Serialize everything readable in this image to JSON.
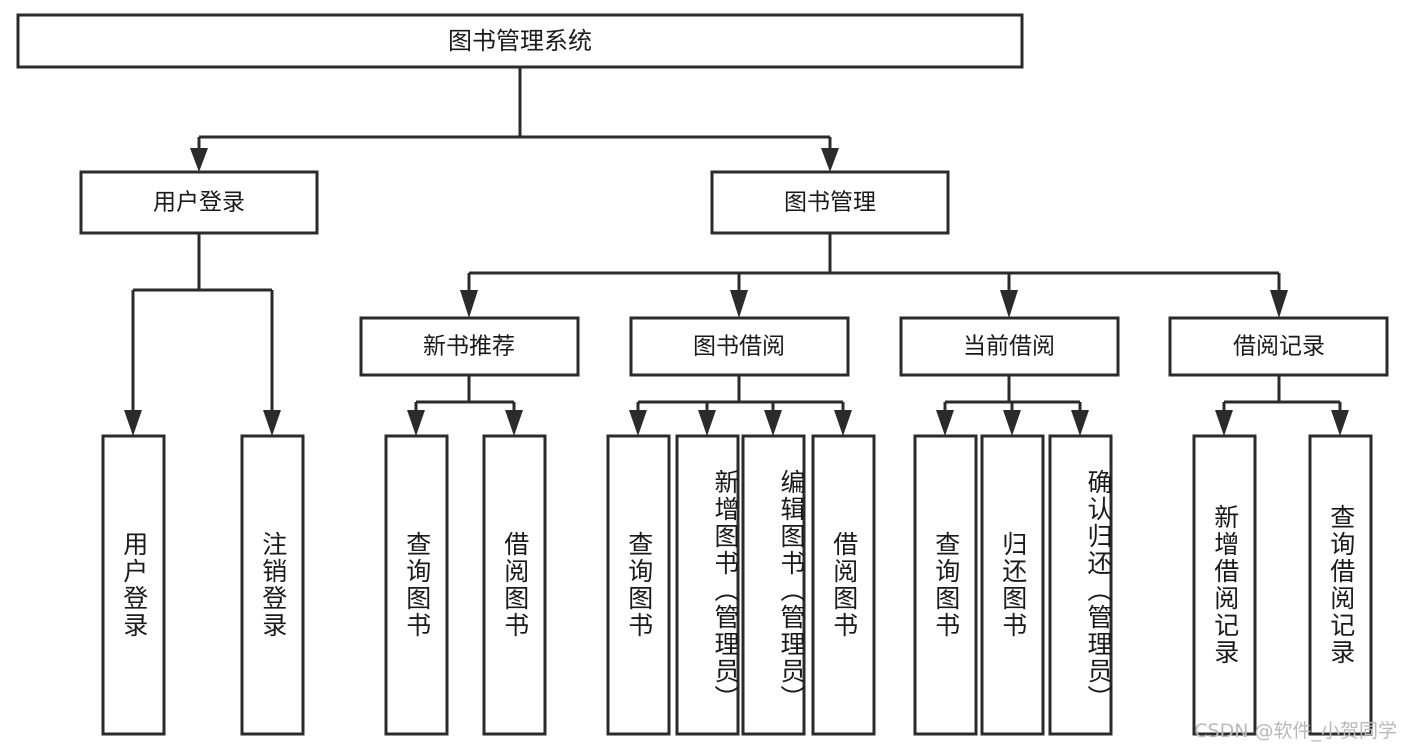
{
  "diagram": {
    "title": "图书管理系统",
    "type": "tree",
    "watermark": "CSDN @软件_小贺同学",
    "colors": {
      "stroke": "#2b2b2b",
      "box_fill": "#ffffff",
      "text": "#1a1a1a",
      "watermark": "#b9b9b9",
      "background": "#ffffff"
    },
    "root": {
      "label": "图书管理系统",
      "orientation": "horizontal"
    },
    "level2": [
      {
        "label": "用户登录",
        "orientation": "horizontal"
      },
      {
        "label": "图书管理",
        "orientation": "horizontal"
      }
    ],
    "level3": [
      {
        "label": "新书推荐",
        "orientation": "horizontal",
        "parent": "图书管理"
      },
      {
        "label": "图书借阅",
        "orientation": "horizontal",
        "parent": "图书管理"
      },
      {
        "label": "当前借阅",
        "orientation": "horizontal",
        "parent": "图书管理"
      },
      {
        "label": "借阅记录",
        "orientation": "horizontal",
        "parent": "图书管理"
      }
    ],
    "leaves": {
      "user_login": [
        {
          "label": "用户登录",
          "orientation": "vertical"
        },
        {
          "label": "注销登录",
          "orientation": "vertical"
        }
      ],
      "new_book_recommend": [
        {
          "label": "查询图书",
          "orientation": "vertical"
        },
        {
          "label": "借阅图书",
          "orientation": "vertical"
        }
      ],
      "book_borrow": [
        {
          "label": "查询图书",
          "orientation": "vertical"
        },
        {
          "label": "新增图书（管理员）",
          "orientation": "vertical"
        },
        {
          "label": "编辑图书（管理员）",
          "orientation": "vertical"
        },
        {
          "label": "借阅图书",
          "orientation": "vertical"
        }
      ],
      "current_borrow": [
        {
          "label": "查询图书",
          "orientation": "vertical"
        },
        {
          "label": "归还图书",
          "orientation": "vertical"
        },
        {
          "label": "确认归还（管理员）",
          "orientation": "vertical"
        }
      ],
      "borrow_record": [
        {
          "label": "新增借阅记录",
          "orientation": "vertical"
        },
        {
          "label": "查询借阅记录",
          "orientation": "vertical"
        }
      ]
    }
  }
}
